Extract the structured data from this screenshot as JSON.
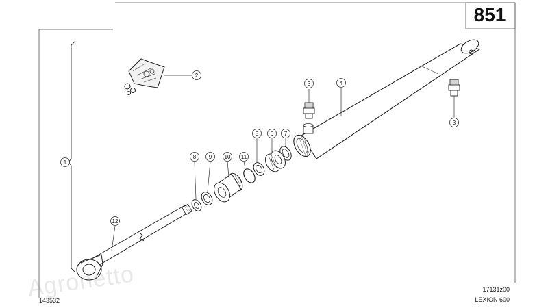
{
  "page_number": "851",
  "footer": {
    "left_code": "143532",
    "drawing_code": "17131z00",
    "model": "LEXION 600"
  },
  "watermark": "Agronetto",
  "callouts": [
    "1",
    "2",
    "3",
    "3",
    "4",
    "5",
    "6",
    "7",
    "8",
    "9",
    "10",
    "11",
    "12"
  ]
}
